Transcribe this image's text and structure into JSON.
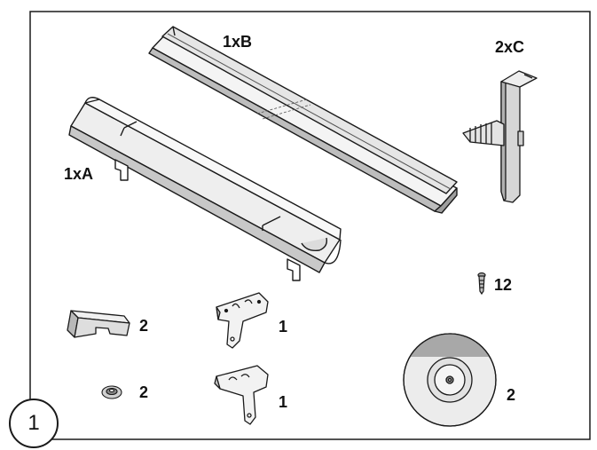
{
  "step_number": "1",
  "parts": {
    "rail_a": {
      "label": "1xA"
    },
    "rail_b": {
      "label": "1xB"
    },
    "bracket_c": {
      "label": "2xC"
    },
    "screw": {
      "qty": "12"
    },
    "corner_clip": {
      "qty": "2"
    },
    "grommet": {
      "qty": "2"
    },
    "mount_plate_upper": {
      "qty": "1"
    },
    "mount_plate_lower": {
      "qty": "1"
    },
    "disc": {
      "qty": "2"
    }
  },
  "colors": {
    "line": "#1a1a1a",
    "fill_light": "#f2f2f2",
    "fill_mid": "#d9d9d9",
    "fill_dark": "#a8a8a8"
  }
}
